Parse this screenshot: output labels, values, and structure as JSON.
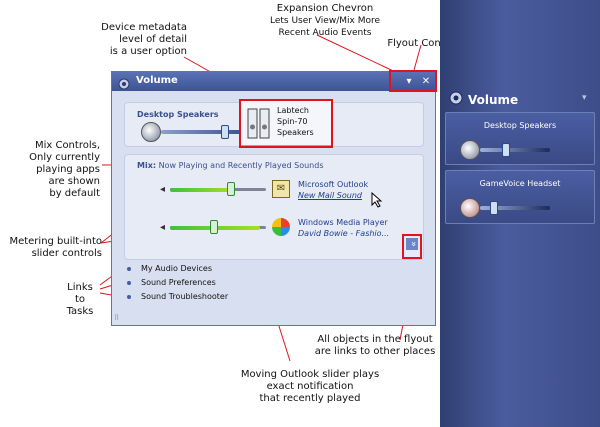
{
  "annotations": {
    "device_metadata": [
      "Device metadata",
      "level of detail",
      "is a user option"
    ],
    "expansion_chevron_title": "Expansion Chevron",
    "expansion_chevron_desc": [
      "Lets User View/Mix More",
      "Recent Audio Events"
    ],
    "flyout_controls": "Flyout Controls",
    "mix_controls": [
      "Mix Controls,",
      "Only currently",
      "playing apps",
      "are shown",
      "by default"
    ],
    "metering": [
      "Metering built-into",
      "slider controls"
    ],
    "links_to_tasks": [
      "Links",
      "to",
      "Tasks"
    ],
    "all_objects": [
      "All objects in the flyout",
      "are links to other places"
    ],
    "moving_outlook": [
      "Moving Outlook slider plays",
      "exact notification",
      "that recently played"
    ]
  },
  "window": {
    "title": "Volume",
    "chevron_glyph": "▾",
    "close_glyph": "✕",
    "device_section_label": "Desktop Speakers",
    "device_name": [
      "Labtech",
      "Spin-70",
      "Speakers"
    ],
    "mix_prefix": "Mix:",
    "mix_label": "Now Playing and Recently Played Sounds",
    "apps": [
      {
        "name": "Microsoft Outlook",
        "detail": "New Mail Sound"
      },
      {
        "name": "Windows Media Player",
        "detail": "David Bowie - Fashio..."
      }
    ],
    "expand_glyph": "»",
    "links": [
      "My Audio Devices",
      "Sound Preferences",
      "Sound Troubleshooter"
    ]
  },
  "flyout": {
    "title": "Volume",
    "devices": [
      "Desktop Speakers",
      "GameVoice Headset"
    ]
  },
  "colors": {
    "accent_red": "#e0141e",
    "title_blue": "#3d5394",
    "flyout_blue": "#3d4d8a"
  }
}
